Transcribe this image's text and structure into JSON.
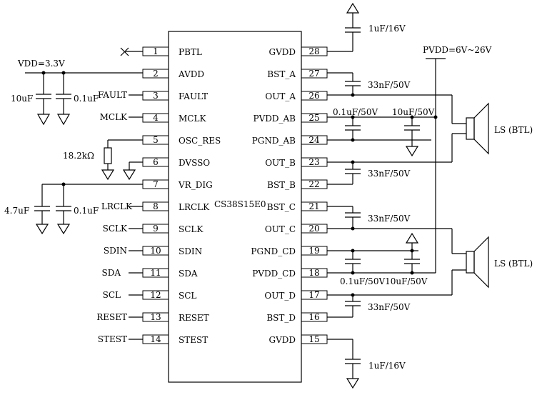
{
  "chip": {
    "name": "CS38S15E0"
  },
  "left_pins": [
    {
      "num": "1",
      "name": "PBTL"
    },
    {
      "num": "2",
      "name": "AVDD"
    },
    {
      "num": "3",
      "name": "FAULT"
    },
    {
      "num": "4",
      "name": "MCLK"
    },
    {
      "num": "5",
      "name": "OSC_RES"
    },
    {
      "num": "6",
      "name": "DVSSO"
    },
    {
      "num": "7",
      "name": "VR_DIG"
    },
    {
      "num": "8",
      "name": "LRCLK"
    },
    {
      "num": "9",
      "name": "SCLK"
    },
    {
      "num": "10",
      "name": "SDIN"
    },
    {
      "num": "11",
      "name": "SDA"
    },
    {
      "num": "12",
      "name": "SCL"
    },
    {
      "num": "13",
      "name": "RESET"
    },
    {
      "num": "14",
      "name": "STEST"
    }
  ],
  "right_pins": [
    {
      "num": "28",
      "name": "GVDD"
    },
    {
      "num": "27",
      "name": "BST_A"
    },
    {
      "num": "26",
      "name": "OUT_A"
    },
    {
      "num": "25",
      "name": "PVDD_AB"
    },
    {
      "num": "24",
      "name": "PGND_AB"
    },
    {
      "num": "23",
      "name": "OUT_B"
    },
    {
      "num": "22",
      "name": "BST_B"
    },
    {
      "num": "21",
      "name": "BST_C"
    },
    {
      "num": "20",
      "name": "OUT_C"
    },
    {
      "num": "19",
      "name": "PGND_CD"
    },
    {
      "num": "18",
      "name": "PVDD_CD"
    },
    {
      "num": "17",
      "name": "OUT_D"
    },
    {
      "num": "16",
      "name": "BST_D"
    },
    {
      "num": "15",
      "name": "GVDD"
    }
  ],
  "signals": [
    "FAULT",
    "MCLK",
    "LRCLK",
    "SCLK",
    "SDIN",
    "SDA",
    "SCL",
    "RESET",
    "STEST"
  ],
  "labels": {
    "vdd": "VDD=3.3V",
    "pvdd": "PVDD=6V~26V",
    "cap_1uF_16V": "1uF/16V",
    "cap_33nF_50V": "33nF/50V",
    "cap_10uF": "10uF",
    "cap_0_1uF": "0.1uF",
    "cap_4_7uF": "4.7uF",
    "cap_0_1uF_50V": "0.1uF/50V",
    "cap_10uF_50V": "10uF/50V",
    "cap_pair_cd": "0.1uF/50V10uF/50V",
    "res_18_2k": "18.2kΩ",
    "speaker": "LS (BTL)"
  }
}
